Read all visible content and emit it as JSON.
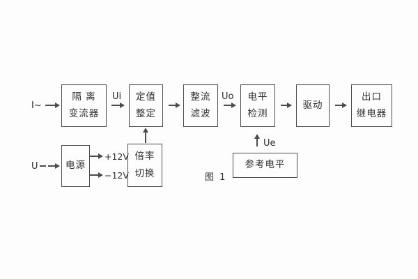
{
  "figure": {
    "caption": "图 1",
    "background_color": "#fdfdfd",
    "line_color": "#4c4c4c",
    "text_color": "#2e2e2e"
  },
  "inputs": {
    "current": "I~",
    "voltage": "U"
  },
  "signal_labels": {
    "ui": "Ui",
    "uo": "Uo",
    "ue": "Ue",
    "plus_rail": "+12V",
    "minus_rail": "−12V"
  },
  "blocks": [
    {
      "id": "isolation-transformer",
      "lines": [
        "隔 离",
        "变流器"
      ]
    },
    {
      "id": "setting-adjustment",
      "lines": [
        "定值",
        "整定"
      ]
    },
    {
      "id": "rectifier-filter",
      "lines": [
        "整流",
        "滤波"
      ]
    },
    {
      "id": "level-detector",
      "lines": [
        "电平",
        "检测"
      ]
    },
    {
      "id": "driver",
      "lines": [
        "驱动"
      ]
    },
    {
      "id": "output-relay",
      "lines": [
        "出口",
        "继电器"
      ]
    },
    {
      "id": "power-supply",
      "lines": [
        "电源"
      ]
    },
    {
      "id": "ratio-switch",
      "lines": [
        "倍率",
        "切换"
      ]
    },
    {
      "id": "reference-level",
      "lines": [
        "参考电平"
      ]
    }
  ],
  "flow": "I~ → 隔离变流器 → Ui → 定值整定 → 整流滤波 → Uo → 电平检测 → 驱动 → 出口继电器; U → 电源 → +12V/−12V; 倍率切换 → 定值整定; 参考电平 → Ue → 电平检测"
}
